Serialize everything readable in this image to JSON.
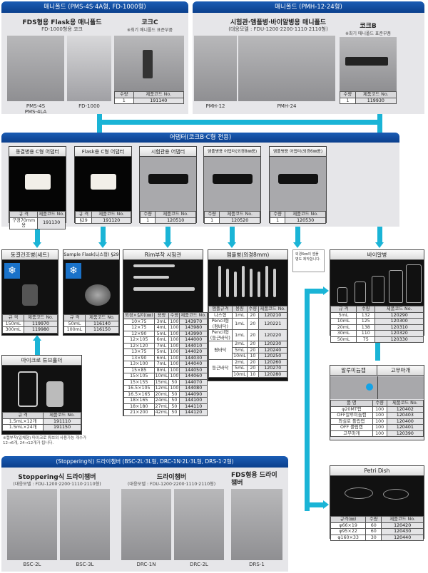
{
  "colors": {
    "header_blue": "#0b3f8c",
    "connector_cyan": "#1ab4d6",
    "panel_gray": "#e6e6e9"
  },
  "manifold_left": {
    "header": "매니폴드 (PMS-4S·4A형, FD-1000형)",
    "title": "FDS형용 Flask용 매니폴드",
    "subtitle": "FD-1000형용 코크",
    "captions": [
      "PMS-4S",
      "PMS-4LA",
      "FD-1000"
    ],
    "cock": {
      "title": "코크C",
      "note": "※최기 매니폴드 표준부품",
      "table": {
        "head": [
          "수량",
          "제품코드 No."
        ],
        "rows": [
          [
            "1",
            "191140"
          ]
        ]
      }
    }
  },
  "manifold_right": {
    "header": "매니폴드 (PMH-12·24형)",
    "title": "시험관·앰플병·바이알병용 매니폴드",
    "subtitle": "(대응모델 : FDU-1200·2200·1110·2110형)",
    "captions": [
      "PMH-12",
      "PMH-24"
    ],
    "cock": {
      "title": "코크B",
      "note": "※최기 매니폴드 표준부품",
      "table": {
        "head": [
          "수량",
          "제품코드 No."
        ],
        "rows": [
          [
            "1",
            "119930"
          ]
        ]
      }
    }
  },
  "adapters": {
    "header": "어댑터(코크B·C형 전용)",
    "items": [
      {
        "title": "동결병용 C형 어댑터",
        "table": {
          "head": [
            "규 격",
            "제품코드 No."
          ],
          "rows": [
            [
              "구경70mm용",
              "191130"
            ]
          ]
        }
      },
      {
        "title": "Flask용 C형 어댑터",
        "table": {
          "head": [
            "규 격",
            "제품코드 No."
          ],
          "rows": [
            [
              "§29",
              "191120"
            ]
          ]
        }
      },
      {
        "title": "시험관용 어댑터",
        "table": {
          "head": [
            "수량",
            "제품코드 No."
          ],
          "rows": [
            [
              "1",
              "120510"
            ]
          ]
        }
      },
      {
        "title": "앰플병용 어댑터(외경8㎜용)",
        "table": {
          "head": [
            "수량",
            "제품코드 No."
          ],
          "rows": [
            [
              "1",
              "120520"
            ]
          ]
        }
      },
      {
        "title": "앰플병용 어댑터(외경6㎜용)",
        "table": {
          "head": [
            "수량",
            "제품코드 No."
          ],
          "rows": [
            [
              "1",
              "120530"
            ]
          ]
        }
      }
    ]
  },
  "freeze_bottle": {
    "title": "동결건조병(세트)",
    "table": {
      "head": [
        "규 격",
        "제품코드 No."
      ],
      "rows": [
        [
          "150mL",
          "119970"
        ],
        [
          "300mL",
          "119980"
        ]
      ]
    }
  },
  "sample_flask": {
    "title": "Sample Flask(나스형) §29",
    "table": {
      "head": [
        "규 격",
        "제품코드 No."
      ],
      "rows": [
        [
          "50mL",
          "116140"
        ],
        [
          "100mL",
          "116150"
        ]
      ]
    }
  },
  "micro_tube": {
    "title": "마이크로 튜브홀더",
    "table": {
      "head": [
        "규 격",
        "제품코드 No."
      ],
      "rows": [
        [
          "1.5mL×12개",
          "191110"
        ],
        [
          "1.5mL×24개",
          "191150"
        ]
      ]
    },
    "note": "※캡부착(일체형) 마이크로 튜브의 사용가능 개수가 12→6개, 24→12개가 됩니다."
  },
  "rim_tube": {
    "title": "Rim부착 시험관",
    "table": {
      "head": [
        "외경×길이(㎜)",
        "용량",
        "수량",
        "제품코드 No."
      ],
      "rows": [
        [
          "10×75",
          "3mL",
          "100",
          "143970"
        ],
        [
          "12×75",
          "4mL",
          "100",
          "143980"
        ],
        [
          "12×90",
          "5mL",
          "100",
          "143990"
        ],
        [
          "12×105",
          "6mL",
          "100",
          "144000"
        ],
        [
          "12×120",
          "7mL",
          "100",
          "144010"
        ],
        [
          "13×75",
          "5mL",
          "100",
          "144020"
        ],
        [
          "13×90",
          "6mL",
          "100",
          "144030"
        ],
        [
          "13×100",
          "7mL",
          "100",
          "144040"
        ],
        [
          "15×85",
          "8mL",
          "100",
          "144050"
        ],
        [
          "15×105",
          "10mL",
          "100",
          "144060"
        ],
        [
          "15×155",
          "15mL",
          "50",
          "144070"
        ],
        [
          "16.5×105",
          "12mL",
          "100",
          "144080"
        ],
        [
          "16.5×165",
          "20mL",
          "50",
          "144090"
        ],
        [
          "18×165",
          "24mL",
          "50",
          "144100"
        ],
        [
          "18×180",
          "27mL",
          "50",
          "144110"
        ],
        [
          "21×200",
          "42mL",
          "50",
          "144120"
        ]
      ]
    }
  },
  "ampoule": {
    "title": "앰플병(외경8mm)",
    "table": {
      "head": [
        "앰플규격",
        "용량",
        "수량",
        "제품코드 No."
      ],
      "rows": [
        [
          "나스형",
          "1mL",
          "20",
          "120210"
        ],
        [
          "Pencil형\n(평바닥)",
          "1mL",
          "20",
          "120221"
        ],
        [
          "Pencil형\n(둥근바닥)",
          "1mL",
          "20",
          "120220"
        ],
        [
          "평바닥",
          "2mL",
          "20",
          "120230"
        ],
        [
          null,
          "5mL",
          "20",
          "120240"
        ],
        [
          null,
          "10mL",
          "10",
          "120250"
        ],
        [
          "둥근바닥",
          "2mL",
          "20",
          "120260"
        ],
        [
          null,
          "5mL",
          "20",
          "120270"
        ],
        [
          null,
          "10mL",
          "10",
          "120280"
        ]
      ]
    }
  },
  "ampoule_note": "외경6㎜의 앰플병도 제작합니다.",
  "vial": {
    "title": "바이알병",
    "table": {
      "head": [
        "규 격",
        "수량",
        "제품코드 No."
      ],
      "rows": [
        [
          "5mL",
          "132",
          "120290"
        ],
        [
          "10mL",
          "125",
          "120300"
        ],
        [
          "20mL",
          "138",
          "120310"
        ],
        [
          "30mL",
          "110",
          "120320"
        ],
        [
          "50mL",
          "75",
          "120330"
        ]
      ]
    }
  },
  "caps": {
    "title_left": "알루미늄캡",
    "title_right": "고무마개",
    "table": {
      "head": [
        "품 명",
        "수량",
        "제품코드 No."
      ],
      "rows": [
        [
          "φ20MT캡",
          "100",
          "120402"
        ],
        [
          "OFF알루미늄캡",
          "100",
          "120403"
        ],
        [
          "와실로 플립캡",
          "100",
          "120400"
        ],
        [
          "OFF 플립캡",
          "100",
          "120401"
        ],
        [
          "고무마개",
          "100",
          "120390"
        ]
      ]
    }
  },
  "petri": {
    "title": "Petri Dish",
    "table": {
      "head": [
        "규격(㎜)",
        "수량",
        "제품코드 No."
      ],
      "rows": [
        [
          "φ66×19",
          "60",
          "120420"
        ],
        [
          "φ95×22",
          "60",
          "120430"
        ],
        [
          "φ160×33",
          "30",
          "120440"
        ]
      ]
    }
  },
  "chambers": {
    "header": "(Stoppering식) 드라이챔버 (BSC-2L·3L형, DRC-1N·2L·3L형, DRS-1·2형)",
    "groups": [
      {
        "title": "Stoppering식 드라이챔버",
        "subtitle": "(대응모델 : FDU-1200·2200·1110·2110형)",
        "captions": [
          "BSC-2L",
          "BSC-3L"
        ]
      },
      {
        "title": "드라이챔버",
        "subtitle": "(대응모델 : FDU-1200·2200·1110·2110형)",
        "captions": [
          "DRC-1N",
          "DRC-2L"
        ]
      },
      {
        "title": "FDS형용 드라이챔버",
        "subtitle": "",
        "captions": [
          "DRS-1"
        ]
      }
    ]
  }
}
